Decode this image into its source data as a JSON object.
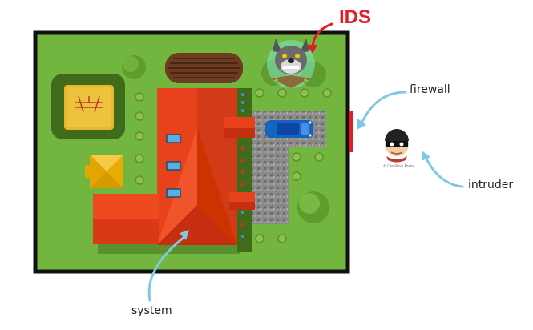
{
  "labels": {
    "ids": "IDS",
    "firewall": "firewall",
    "intruder": "intruder",
    "system": "system"
  },
  "intruder_caption": "© Can Stock Photo",
  "icons": [
    "guard-dog-icon",
    "intruder-robber-icon",
    "car-icon",
    "gazebo-icon",
    "roof-icon"
  ],
  "colors": {
    "lawn": "#72b640",
    "border": "#111111",
    "house_roof": "#e8421c",
    "firewall": "#e41d25",
    "ids_text": "#e41d25",
    "arrow": "#7ec8e3",
    "car": "#1565c0",
    "ids_glow": "#7de8c3"
  }
}
